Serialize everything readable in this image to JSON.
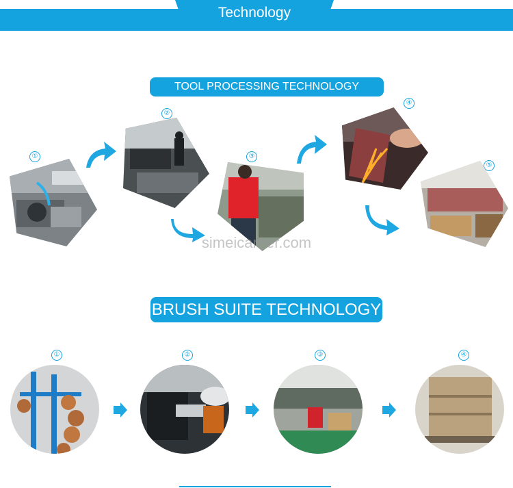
{
  "header": {
    "title": "Technology"
  },
  "tool_section": {
    "title": "TOOL PROCESSING TECHNOLOGY",
    "steps": [
      {
        "num": "①",
        "icon": "lathe-machine-photo"
      },
      {
        "num": "②",
        "icon": "workshop-photo"
      },
      {
        "num": "③",
        "icon": "worker-red-shirt-photo"
      },
      {
        "num": "④",
        "icon": "grinding-sparks-photo"
      },
      {
        "num": "⑤",
        "icon": "assembly-hall-photo"
      }
    ]
  },
  "watermark": "simeicareer.com",
  "brush_section": {
    "title": "BRUSH SUITE TECHNOLOGY",
    "steps": [
      {
        "num": "①",
        "icon": "wire-spools-photo"
      },
      {
        "num": "②",
        "icon": "machine-operator-photo"
      },
      {
        "num": "③",
        "icon": "production-line-photo"
      },
      {
        "num": "④",
        "icon": "packaged-stock-photo"
      }
    ]
  },
  "colors": {
    "accent": "#15a3df",
    "background": "#ffffff"
  }
}
